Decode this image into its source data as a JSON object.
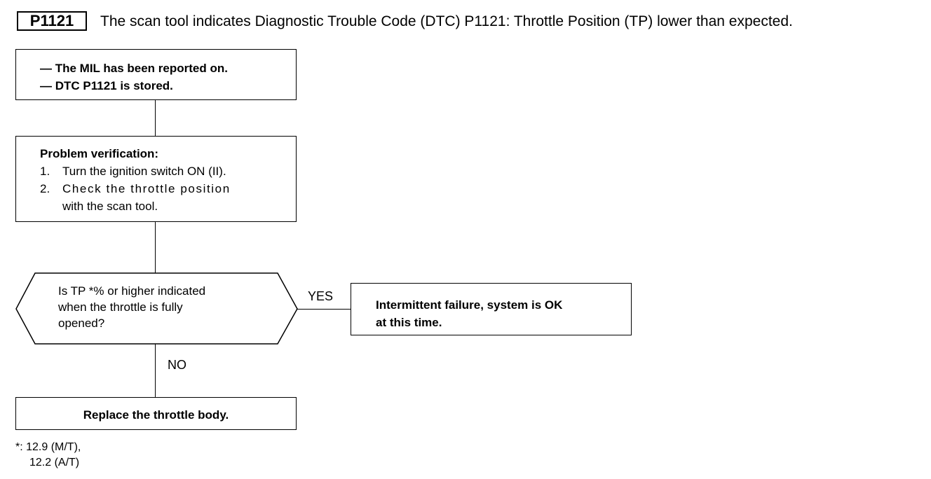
{
  "header": {
    "code": "P1121",
    "description": "The scan tool indicates Diagnostic Trouble Code (DTC) P1121: Throttle Position (TP) lower than expected."
  },
  "flowchart": {
    "start_box": {
      "items": [
        "— The MIL has been reported on.",
        "— DTC P1121 is stored."
      ]
    },
    "verification_box": {
      "title": "Problem verification:",
      "steps": [
        {
          "num": "1.",
          "text": "Turn the ignition switch ON (II)."
        },
        {
          "num": "2.",
          "text": "Check the throttle position"
        },
        {
          "num": "",
          "text": "with the scan tool."
        }
      ]
    },
    "decision": {
      "lines": [
        "Is TP *% or higher indicated",
        "when the throttle is fully",
        "opened?"
      ],
      "yes_label": "YES",
      "no_label": "NO"
    },
    "yes_box": {
      "lines": [
        "Intermittent failure, system is OK",
        "at this time."
      ]
    },
    "no_box": {
      "text": "Replace the throttle body."
    }
  },
  "footnote": {
    "lines": [
      "*: 12.9 (M/T),",
      "12.2 (A/T)"
    ]
  }
}
